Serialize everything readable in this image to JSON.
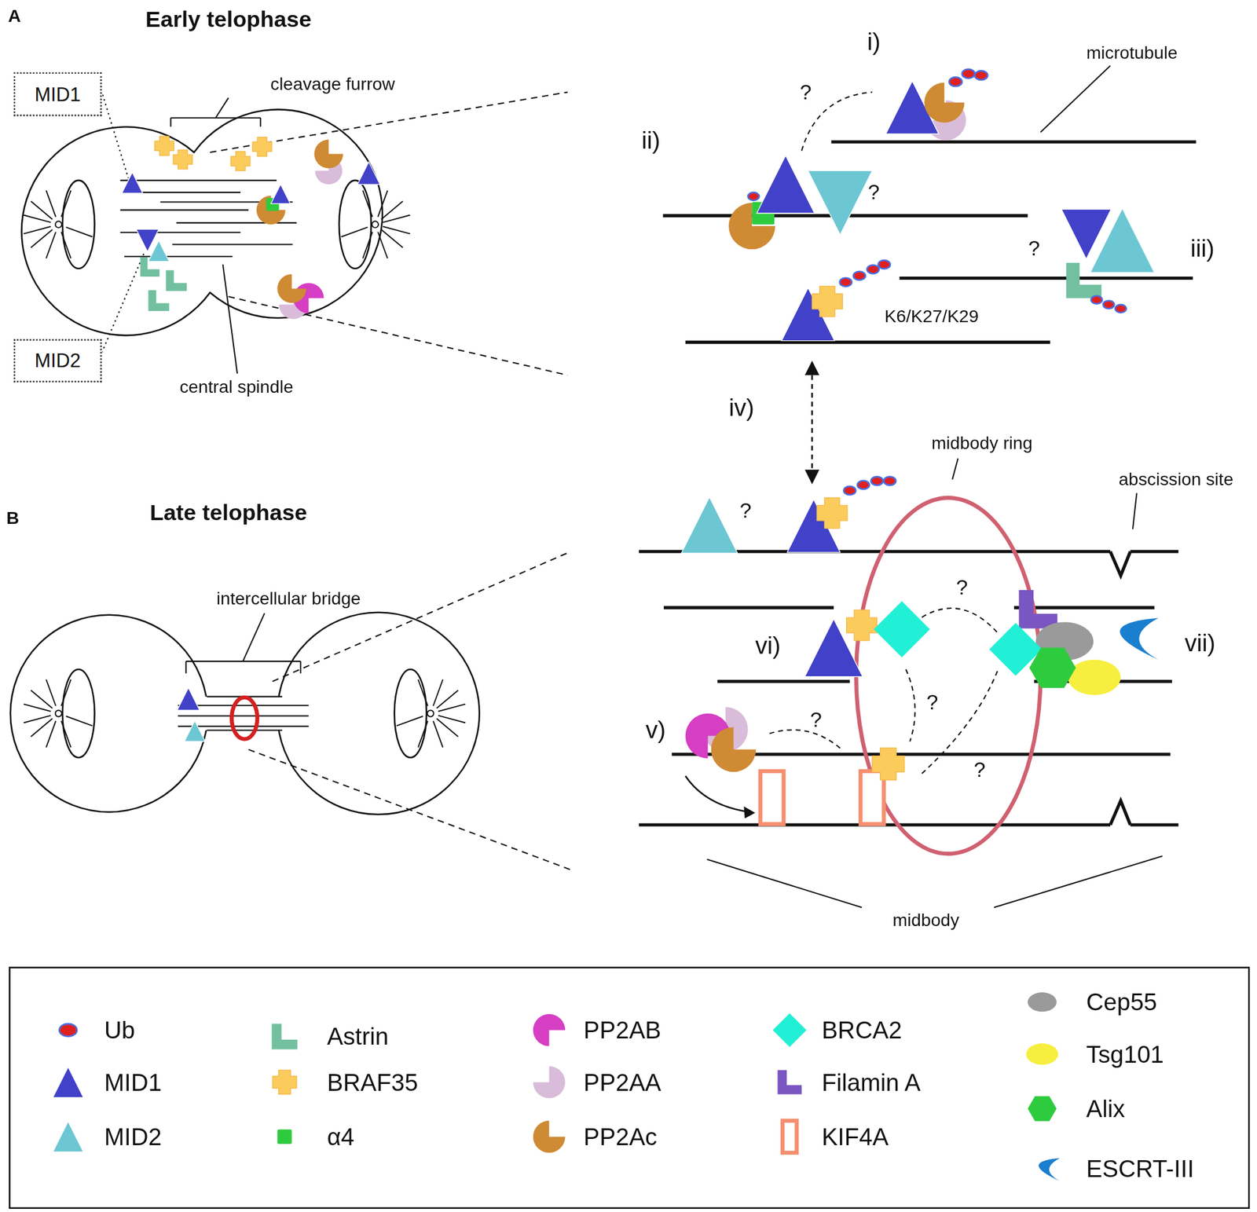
{
  "diagram": {
    "nodes": [
      {
        "text": [
          "MID1"
        ]
      },
      {
        "text": [
          "MID2"
        ]
      }
    ],
    "labels": [
      "A",
      "Early telophase",
      "cleavage furrow",
      "central spindle",
      "i)",
      "microtubule",
      "?",
      "ii)",
      "?",
      "?",
      "iii)",
      "K6/K27/K29",
      "iv)",
      "midbody ring",
      "abscission site",
      "B",
      "Late telophase",
      "intercellular bridge",
      "?",
      "?",
      "vi)",
      "?",
      "vii)",
      "v)",
      "?",
      "?",
      "midbody"
    ],
    "legend": [
      {
        "text": "Ub"
      },
      {
        "text": "MID1"
      },
      {
        "text": "MID2"
      },
      {
        "text": "Astrin"
      },
      {
        "text": "BRAF35"
      },
      {
        "text": "α4"
      },
      {
        "text": "PP2AB"
      },
      {
        "text": "PP2AA"
      },
      {
        "text": "PP2Ac"
      },
      {
        "text": "BRCA2"
      },
      {
        "text": "Filamin A"
      },
      {
        "text": "KIF4A"
      },
      {
        "text": "Cep55"
      },
      {
        "text": "Tsg101"
      },
      {
        "text": "Alix"
      },
      {
        "text": "ESCRT-III"
      }
    ]
  }
}
